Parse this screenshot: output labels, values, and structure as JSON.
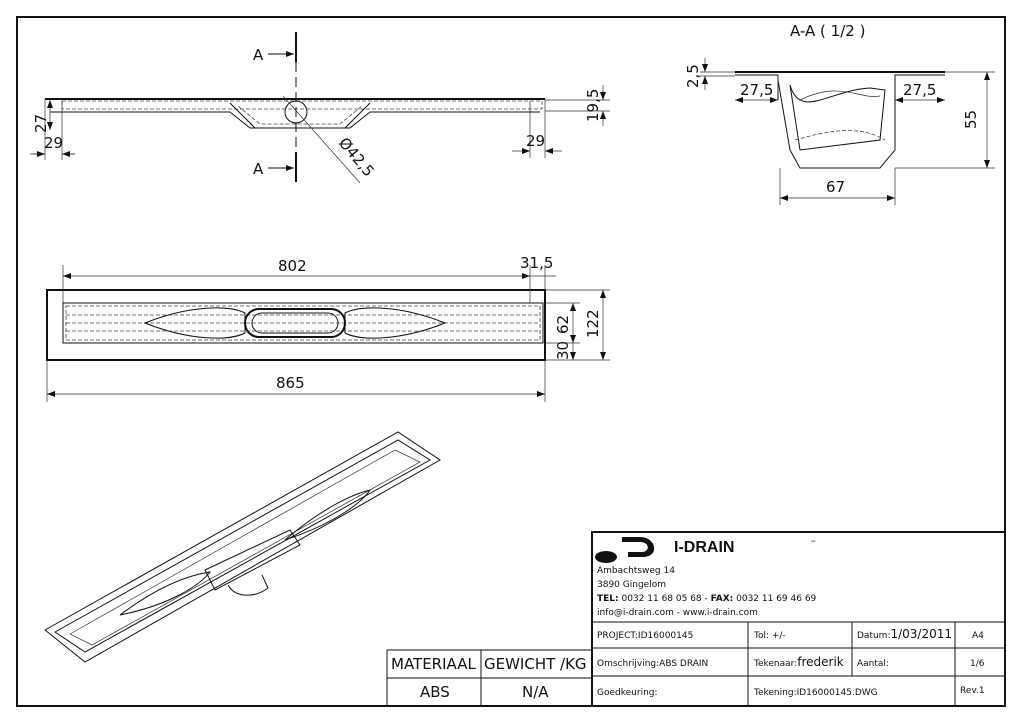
{
  "section": {
    "title": "A-A ( 1/2 )",
    "cut_label_top": "A",
    "cut_label_bottom": "A",
    "dims": {
      "top_thickness": "2,5",
      "flange_left": "27,5",
      "flange_right": "27,5",
      "height": "55",
      "width": "67"
    }
  },
  "side_view": {
    "dims": {
      "height": "27",
      "left_offset": "29",
      "right_offset": "29",
      "depth": "19,5",
      "outlet_diameter": "Ø42,5"
    }
  },
  "top_view": {
    "dims": {
      "inner_length": "802",
      "end_margin": "31,5",
      "total_length": "865",
      "inner_width": "62",
      "side_margin": "30",
      "total_width": "122"
    }
  },
  "title_block": {
    "logo_text": "I-DRAIN",
    "logo_tm": "™",
    "address_line1": "Ambachtsweg 14",
    "address_line2": "3890 Gingelom",
    "tel_label": "TEL:",
    "tel_value": " 0032 11 68 05 68 - ",
    "fax_label": "FAX:",
    "fax_value": " 0032 11 69 46 69",
    "web": "info@i-drain.com - www.i-drain.com",
    "project": "PROJECT:ID16000145",
    "tol": "Tol: +/-",
    "datum_label": "Datum:",
    "datum_value": "1/03/2011",
    "format": "A4",
    "omschrijving": "Omschrijving:ABS DRAIN",
    "tekenaar_label": "Tekenaar:",
    "tekenaar_value": "frederik",
    "aantal": "Aantal:",
    "sheet": "1/6",
    "goedkeuring": "Goedkeuring:",
    "tekening": "Tekening:ID16000145.DWG",
    "rev": "Rev.1"
  },
  "material_table": {
    "headers": [
      "MATERIAAL",
      "GEWICHT /KG"
    ],
    "values": [
      "ABS",
      "N/A"
    ]
  }
}
